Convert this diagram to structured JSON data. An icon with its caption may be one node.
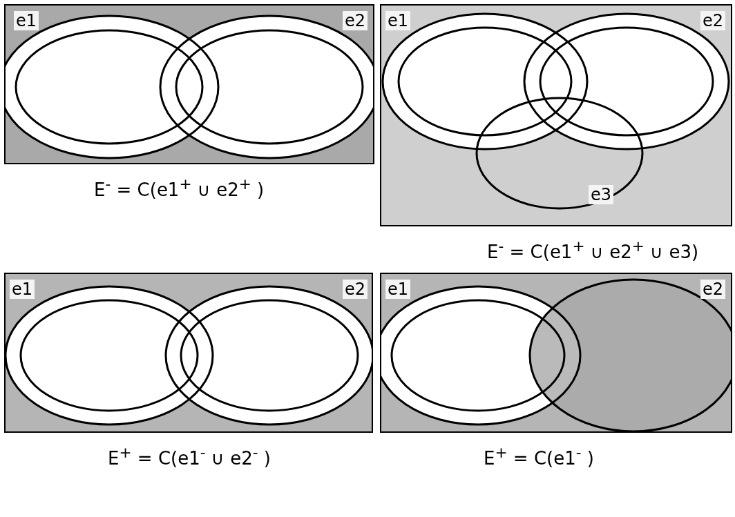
{
  "diagram": {
    "nodes": [
      {
        "text": [
          "e1",
          "e2"
        ],
        "beside": [
          "E$^{-}$ = C(e1$^{+}$ ∪ e2$^{+}$ )"
        ]
      },
      {
        "text": [
          "e1",
          "e2",
          "e3"
        ],
        "beside": [
          "E$^{-}$ = C(e1$^{+}$ ∪ e2$^{+}$ ∪ e3)"
        ]
      },
      {
        "text": [
          "e1",
          "e2"
        ],
        "beside": [
          "E$^{+}$ = C(e1$^{-}$ ∪ e2$^{-}$ )"
        ]
      },
      {
        "text": [
          "e1",
          "e2"
        ],
        "beside": [
          "E$^{+}$ = C(e1$^{-}$ )"
        ]
      }
    ]
  }
}
